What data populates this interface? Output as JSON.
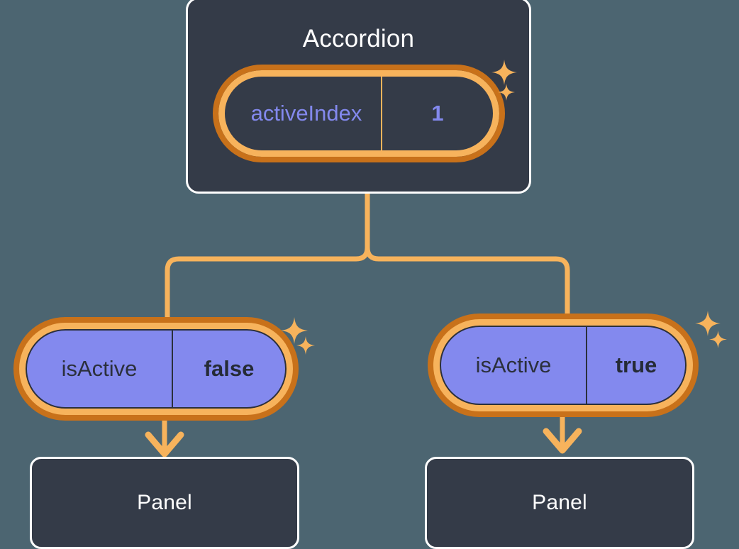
{
  "theme": {
    "background": "#4c6571",
    "card_fill": "#343b48",
    "card_border": "#ffffff",
    "ring_inner": "#f7b35c",
    "ring_outer": "#c8711a",
    "accent_purple": "#8389ee",
    "connector": "#f7b35c",
    "text_light": "#ffffff",
    "text_dark": "#2b303c"
  },
  "diagram": {
    "type": "component-tree",
    "root": {
      "title": "Accordion",
      "state": {
        "key": "activeIndex",
        "value": "1"
      }
    },
    "branches": [
      {
        "state": {
          "key": "isActive",
          "value": "false"
        },
        "child": {
          "title": "Panel"
        }
      },
      {
        "state": {
          "key": "isActive",
          "value": "true"
        },
        "child": {
          "title": "Panel"
        }
      }
    ]
  },
  "icons": {
    "sparkle": "sparkle-icon",
    "arrow_down": "arrow-down-icon"
  }
}
